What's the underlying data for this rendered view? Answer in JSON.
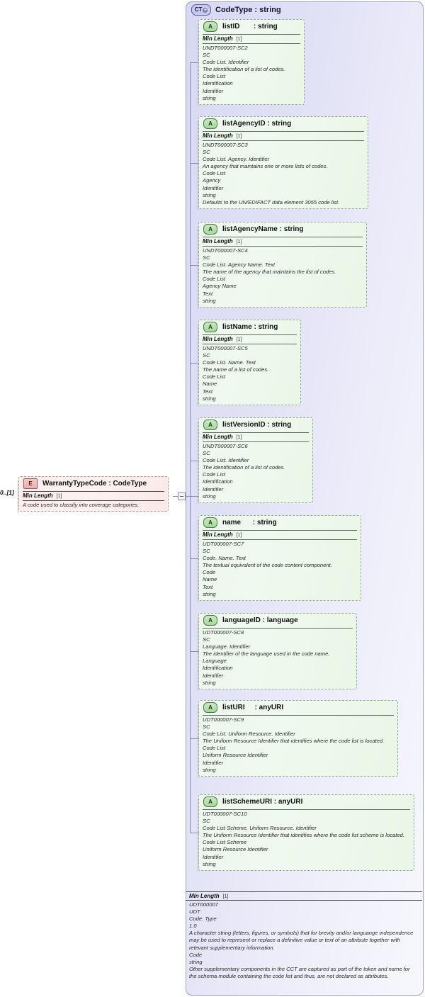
{
  "diagram": {
    "title": "CodeType : string",
    "container_icon": "CT",
    "container_icon_expand": "+"
  },
  "element": {
    "icon": "E",
    "name": "WarrantyTypeCode : CodeType",
    "occurs": "0..[1]",
    "facet_label": "Min Length",
    "facet_card": "[1]",
    "doc": "A code used to classify into coverage categories."
  },
  "attributes": [
    {
      "icon": "A",
      "name": "listID       : string",
      "facet_label": "Min Length",
      "facet_card": "[1]",
      "doc": [
        "UNDT000007-SC2",
        "SC",
        "Code List. Identifier",
        "The identification of a list of codes.",
        "Code List",
        "Identification",
        "Identifier",
        "string"
      ]
    },
    {
      "icon": "A",
      "name": "listAgencyID : string",
      "facet_label": "Min Length",
      "facet_card": "[1]",
      "doc": [
        "UNDT000007-SC3",
        "SC",
        "Code List. Agency. Identifier",
        "An agency that maintains one or more lists of codes.",
        "Code List",
        "Agency",
        "Identifier",
        "string",
        "Defaults to the UN/EDIFACT data element 3055 code list."
      ]
    },
    {
      "icon": "A",
      "name": "listAgencyName : string",
      "facet_label": "Min Length",
      "facet_card": "[1]",
      "doc": [
        "UNDT000007-SC4",
        "SC",
        "Code List. Agency Name. Text",
        "The name of the agency that maintains the list of codes.",
        "Code List",
        "Agency Name",
        "Text",
        "string"
      ]
    },
    {
      "icon": "A",
      "name": "listName : string",
      "facet_label": "Min Length",
      "facet_card": "[1]",
      "doc": [
        "UNDT000007-SC5",
        "SC",
        "Code List. Name. Text",
        "The name of a list of codes.",
        "Code List",
        "Name",
        "Text",
        "string"
      ]
    },
    {
      "icon": "A",
      "name": "listVersionID : string",
      "facet_label": "Min Length",
      "facet_card": "[1]",
      "doc": [
        "UNDT000007-SC6",
        "SC",
        "Code List. Identifier",
        "The identification of a list of codes.",
        "Code List",
        "Identification",
        "Identifier",
        "string"
      ]
    },
    {
      "icon": "A",
      "name": "name      : string",
      "facet_label": "Min Length",
      "facet_card": "[1]",
      "doc": [
        "UDT000007-SC7",
        "SC",
        "Code. Name. Text",
        "The textual equivalent of the code content component.",
        "Code",
        "Name",
        "Text",
        "string"
      ]
    },
    {
      "icon": "A",
      "name": "languageID : language",
      "facet_label": "",
      "facet_card": "",
      "doc": [
        "UDT000007-SC8",
        "SC",
        "Language. Identifier",
        "The identifier of the language used in the code name.",
        "Language",
        "Identification",
        "Identifier",
        "string"
      ]
    },
    {
      "icon": "A",
      "name": "listURI     : anyURI",
      "facet_label": "",
      "facet_card": "",
      "doc": [
        "UDT000007-SC9",
        "SC",
        "Code List. Uniform Resource. Identifier",
        "The Uniform Resource Identifier that identifies where the code list is located.",
        "Code List",
        "Uniform Resource Identifier",
        "Identifier",
        "string"
      ]
    },
    {
      "icon": "A",
      "name": "listSchemeURI : anyURI",
      "facet_label": "",
      "facet_card": "",
      "doc": [
        "UDT000007-SC10",
        "SC",
        "Code List Scheme. Uniform Resource. Identifier",
        "The Uniform Resource Identifier that identifies where the code list scheme is located.",
        "Code List Scheme",
        "Uniform Resource Identifier",
        "Identifier",
        "string"
      ]
    }
  ],
  "footer": {
    "facet_label": "Min Length",
    "facet_card": "[1]",
    "doc": [
      "UDT000007",
      "UDT",
      "Code. Type",
      "1.0",
      "A character string (letters, figures, or symbols) that for brevity and/or languange independence may be used to represent or replace a definitive value or text of an attribute together with relevant supplementary information.",
      "Code",
      "string",
      "Other supplementary components in the CCT are captured as part of the token and name for the schema module containing the code list and thus, are not declared as attributes."
    ]
  }
}
